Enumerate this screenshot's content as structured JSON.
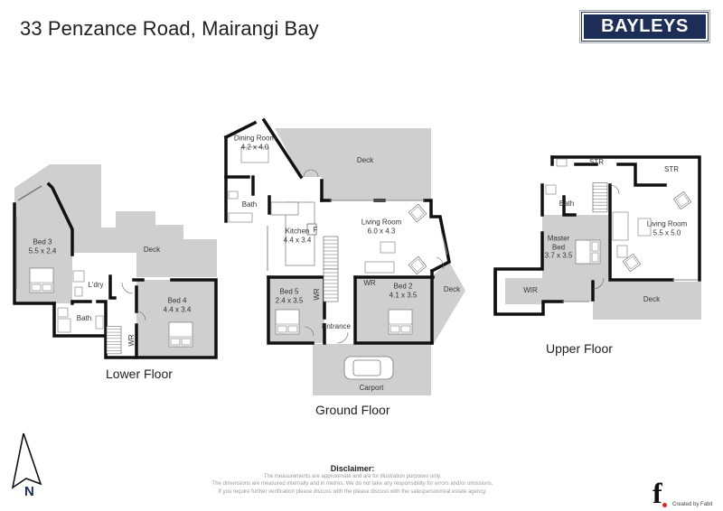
{
  "header": {
    "title": "33 Penzance Road, Mairangi Bay",
    "brand": "BAYLEYS",
    "brand_color": "#1c2e56"
  },
  "floors": {
    "lower": {
      "label": "Lower Floor",
      "rooms": [
        {
          "name": "Bed 3",
          "size": "5.5 x 2.4"
        },
        {
          "name": "Deck",
          "size": ""
        },
        {
          "name": "L'dry",
          "size": ""
        },
        {
          "name": "Bath",
          "size": ""
        },
        {
          "name": "Bed 4",
          "size": "4.4 x 3.4"
        },
        {
          "name": "WR",
          "size": ""
        }
      ]
    },
    "ground": {
      "label": "Ground Floor",
      "rooms": [
        {
          "name": "Dining Room",
          "size": "4.2 x 4.0"
        },
        {
          "name": "Deck",
          "size": ""
        },
        {
          "name": "Bath",
          "size": ""
        },
        {
          "name": "Kitchen",
          "size": "4.4 x 3.4"
        },
        {
          "name": "F",
          "size": ""
        },
        {
          "name": "Living Room",
          "size": "6.0 x 4.3"
        },
        {
          "name": "Bed 5",
          "size": "2.4 x 3.5"
        },
        {
          "name": "WR",
          "size": ""
        },
        {
          "name": "WR",
          "size": ""
        },
        {
          "name": "Bed 2",
          "size": "4.1 x 3.5"
        },
        {
          "name": "Deck",
          "size": ""
        },
        {
          "name": "Entrance",
          "size": ""
        },
        {
          "name": "Carport",
          "size": ""
        }
      ]
    },
    "upper": {
      "label": "Upper Floor",
      "rooms": [
        {
          "name": "STR",
          "size": ""
        },
        {
          "name": "STR",
          "size": ""
        },
        {
          "name": "Bath",
          "size": ""
        },
        {
          "name": "Living Room",
          "size": "5.5 x 5.0"
        },
        {
          "name": "Master Bed",
          "size": "3.7 x 3.5"
        },
        {
          "name": "WIR",
          "size": ""
        },
        {
          "name": "Deck",
          "size": ""
        }
      ]
    }
  },
  "compass": {
    "label": "N"
  },
  "disclaimer": {
    "title": "Disclaimer:",
    "lines": [
      "The measurements are approximate and are for illustration purposes only.",
      "The dimensions are measured internally and in metres. We do not take any responsibility for errors and/or omissions.",
      "If you require further verification please discuss with the please discuss with the salesperson/real estate agency."
    ]
  },
  "credit": {
    "mark": "f",
    "text": "Created by Fabit",
    "dot_color": "#e2232a"
  }
}
